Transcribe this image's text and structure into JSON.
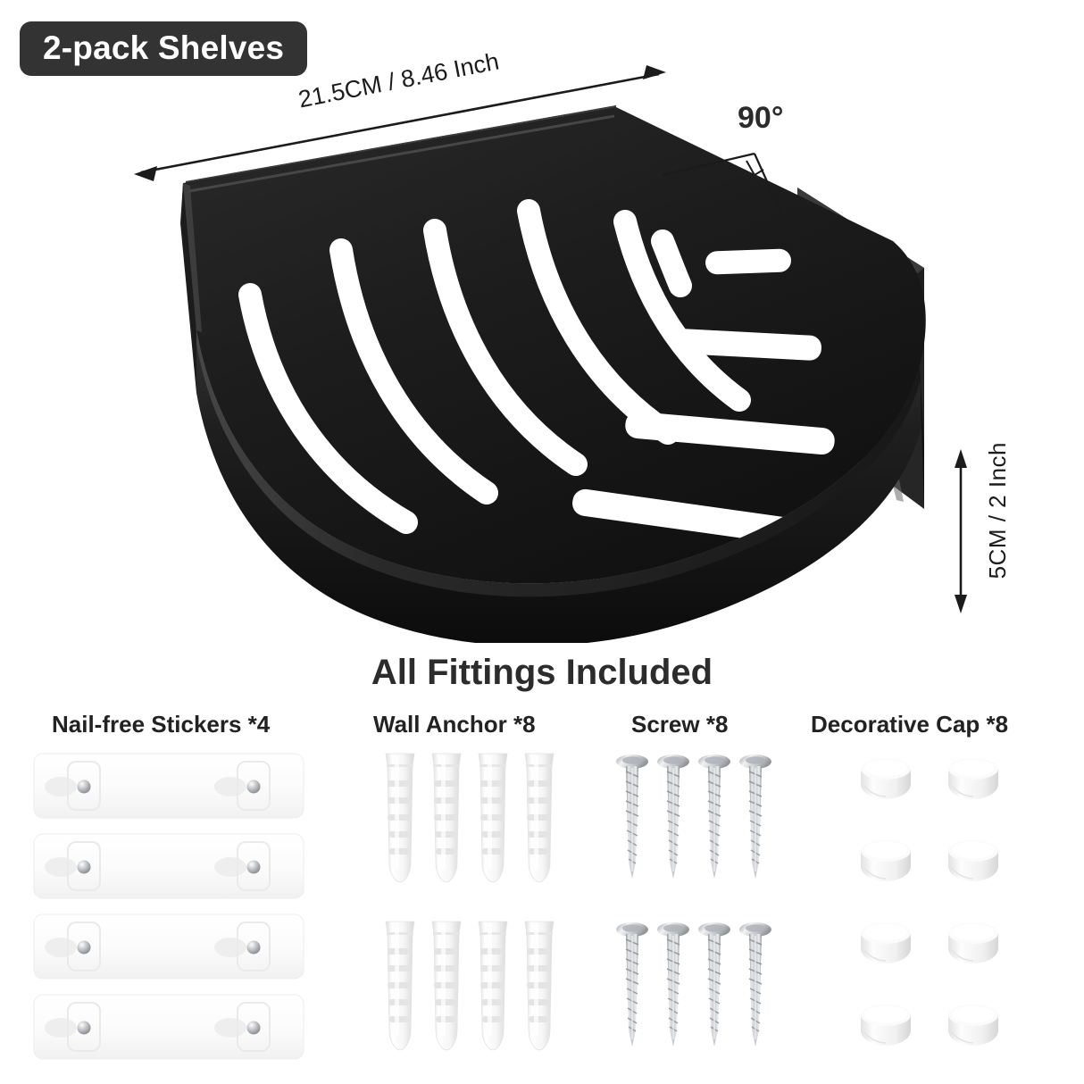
{
  "badge": {
    "label": "2-pack Shelves"
  },
  "product": {
    "name": "black-corner-shower-shelf",
    "color": "#1a1a1a",
    "dimensions": {
      "width": "21.5CM / 8.46 Inch",
      "angle": "90°",
      "height": "5CM / 2 Inch"
    }
  },
  "fittings": {
    "title": "All Fittings Included",
    "columns": [
      {
        "label": "Nail-free Stickers *4",
        "item": "nail-free-sticker",
        "count": 4,
        "color": "#ffffff"
      },
      {
        "label": "Wall Anchor *8",
        "item": "wall-anchor",
        "count": 8,
        "color": "#f2f2f2"
      },
      {
        "label": "Screw *8",
        "item": "screw",
        "count": 8,
        "color": "#b9bcc0"
      },
      {
        "label": "Decorative Cap *8",
        "item": "decorative-cap",
        "count": 8,
        "color": "#f4f4f4"
      }
    ]
  },
  "theme": {
    "background": "#ffffff",
    "badge_bg": "#333334",
    "text_dark": "#222222",
    "shelf_black": "#1a1a1a"
  }
}
